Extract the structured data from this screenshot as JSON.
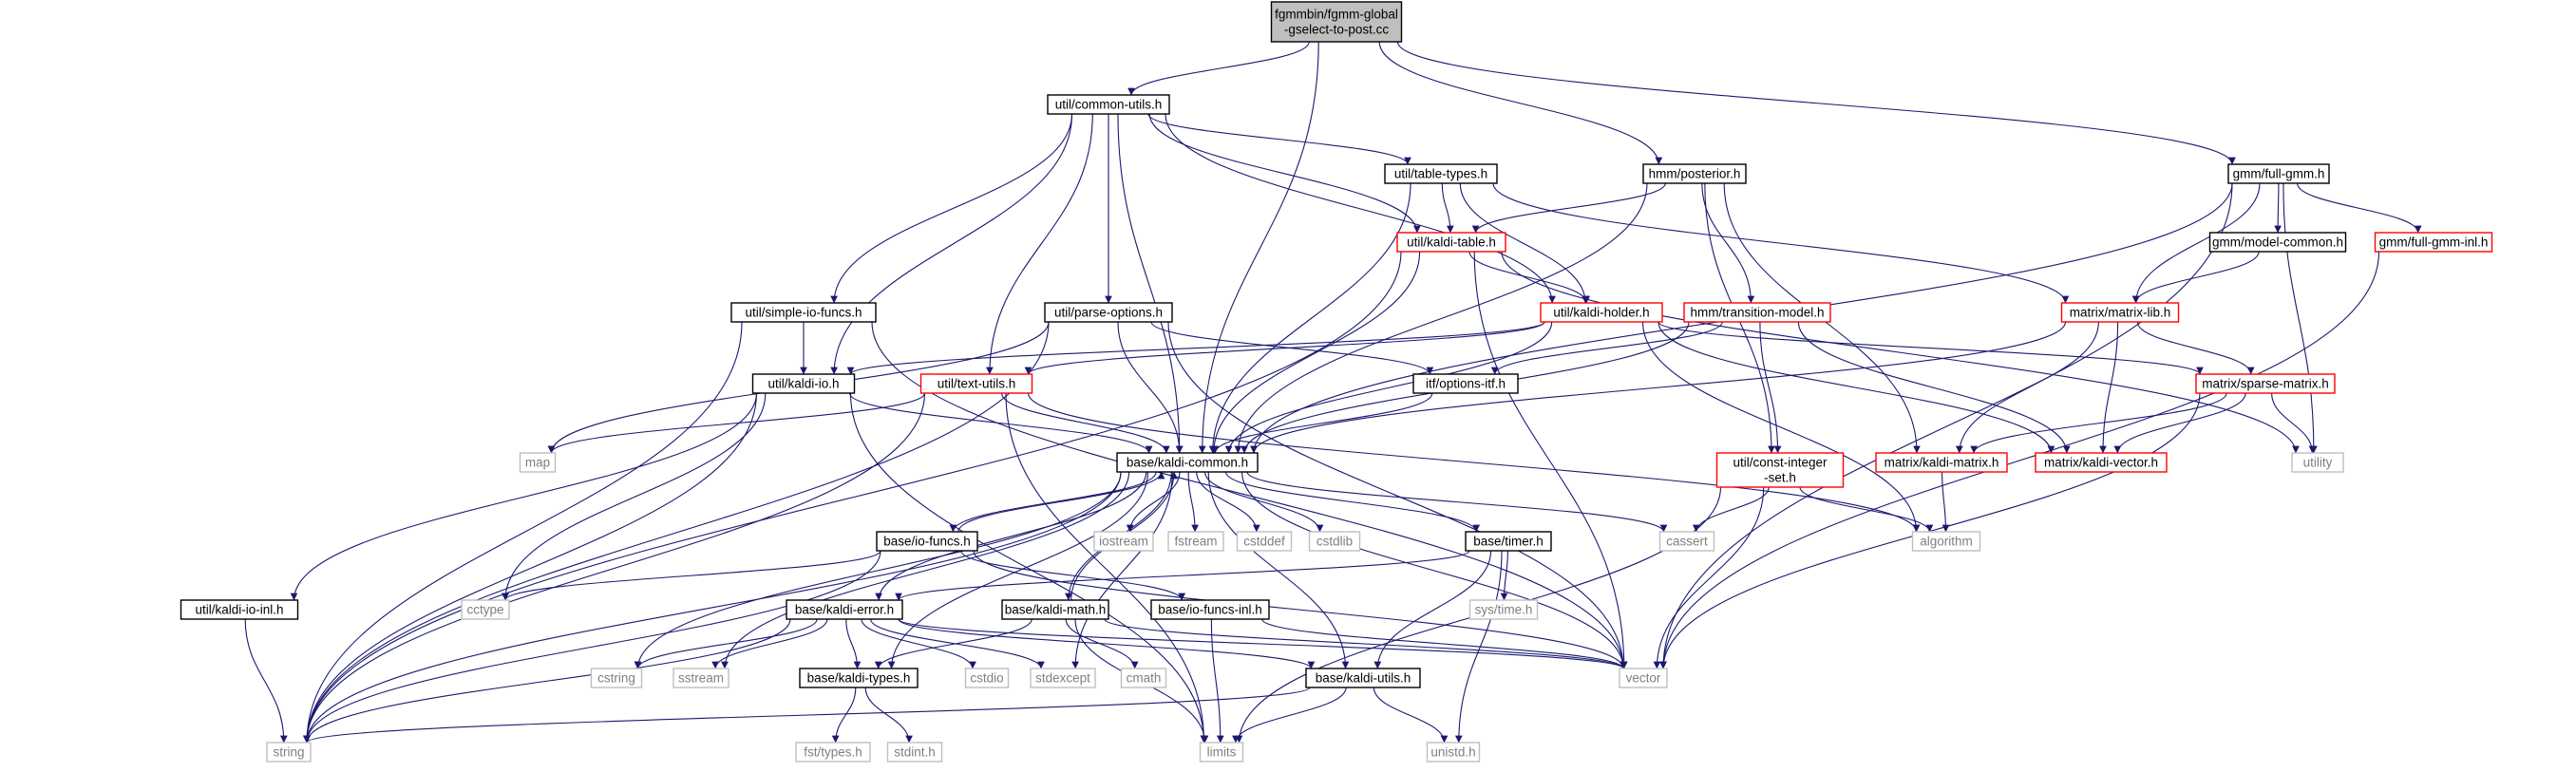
{
  "graph": {
    "colors": {
      "edge": "#191970",
      "root_fill": "#bfbfbf",
      "root_border": "#000000",
      "header_border": "#000000",
      "truncated_border": "#ff0000",
      "truncated_text": "#ff0000",
      "system_border": "#bfbfbf",
      "system_text": "#7f7f7f"
    },
    "nodes": [
      {
        "id": "root",
        "lines": [
          "fgmmbin/fgmm-global",
          "-gselect-to-post.cc"
        ],
        "kind": "root"
      },
      {
        "id": "common_utils",
        "lines": [
          "util/common-utils.h"
        ],
        "kind": "header"
      },
      {
        "id": "table_types",
        "lines": [
          "util/table-types.h"
        ],
        "kind": "header"
      },
      {
        "id": "posterior",
        "lines": [
          "hmm/posterior.h"
        ],
        "kind": "header"
      },
      {
        "id": "full_gmm",
        "lines": [
          "gmm/full-gmm.h"
        ],
        "kind": "header"
      },
      {
        "id": "kaldi_table",
        "lines": [
          "util/kaldi-table.h"
        ],
        "kind": "truncated"
      },
      {
        "id": "model_common",
        "lines": [
          "gmm/model-common.h"
        ],
        "kind": "header"
      },
      {
        "id": "full_gmm_inl",
        "lines": [
          "gmm/full-gmm-inl.h"
        ],
        "kind": "truncated"
      },
      {
        "id": "simple_io",
        "lines": [
          "util/simple-io-funcs.h"
        ],
        "kind": "header"
      },
      {
        "id": "parse_options",
        "lines": [
          "util/parse-options.h"
        ],
        "kind": "header"
      },
      {
        "id": "kaldi_holder",
        "lines": [
          "util/kaldi-holder.h"
        ],
        "kind": "truncated"
      },
      {
        "id": "transition_model",
        "lines": [
          "hmm/transition-model.h"
        ],
        "kind": "truncated"
      },
      {
        "id": "matrix_lib",
        "lines": [
          "matrix/matrix-lib.h"
        ],
        "kind": "truncated"
      },
      {
        "id": "kaldi_io",
        "lines": [
          "util/kaldi-io.h"
        ],
        "kind": "header"
      },
      {
        "id": "text_utils",
        "lines": [
          "util/text-utils.h"
        ],
        "kind": "truncated"
      },
      {
        "id": "options_itf",
        "lines": [
          "itf/options-itf.h"
        ],
        "kind": "header"
      },
      {
        "id": "sparse_matrix",
        "lines": [
          "matrix/sparse-matrix.h"
        ],
        "kind": "truncated"
      },
      {
        "id": "map",
        "lines": [
          "map"
        ],
        "kind": "system"
      },
      {
        "id": "kaldi_common",
        "lines": [
          "base/kaldi-common.h"
        ],
        "kind": "header"
      },
      {
        "id": "const_integer_set",
        "lines": [
          "util/const-integer",
          "-set.h"
        ],
        "kind": "truncated"
      },
      {
        "id": "kaldi_matrix",
        "lines": [
          "matrix/kaldi-matrix.h"
        ],
        "kind": "truncated"
      },
      {
        "id": "kaldi_vector",
        "lines": [
          "matrix/kaldi-vector.h"
        ],
        "kind": "truncated"
      },
      {
        "id": "utility",
        "lines": [
          "utility"
        ],
        "kind": "system"
      },
      {
        "id": "io_funcs",
        "lines": [
          "base/io-funcs.h"
        ],
        "kind": "header"
      },
      {
        "id": "iostream",
        "lines": [
          "iostream"
        ],
        "kind": "system"
      },
      {
        "id": "fstream",
        "lines": [
          "fstream"
        ],
        "kind": "system"
      },
      {
        "id": "cstddef",
        "lines": [
          "cstddef"
        ],
        "kind": "system"
      },
      {
        "id": "cstdlib",
        "lines": [
          "cstdlib"
        ],
        "kind": "system"
      },
      {
        "id": "timer",
        "lines": [
          "base/timer.h"
        ],
        "kind": "header"
      },
      {
        "id": "cassert",
        "lines": [
          "cassert"
        ],
        "kind": "system"
      },
      {
        "id": "algorithm",
        "lines": [
          "algorithm"
        ],
        "kind": "system"
      },
      {
        "id": "sys_time",
        "lines": [
          "sys/time.h"
        ],
        "kind": "system"
      },
      {
        "id": "kaldi_io_inl",
        "lines": [
          "util/kaldi-io-inl.h"
        ],
        "kind": "header"
      },
      {
        "id": "cctype",
        "lines": [
          "cctype"
        ],
        "kind": "system"
      },
      {
        "id": "kaldi_error",
        "lines": [
          "base/kaldi-error.h"
        ],
        "kind": "header"
      },
      {
        "id": "kaldi_math",
        "lines": [
          "base/kaldi-math.h"
        ],
        "kind": "header"
      },
      {
        "id": "io_funcs_inl",
        "lines": [
          "base/io-funcs-inl.h"
        ],
        "kind": "header"
      },
      {
        "id": "cstring",
        "lines": [
          "cstring"
        ],
        "kind": "system"
      },
      {
        "id": "sstream",
        "lines": [
          "sstream"
        ],
        "kind": "system"
      },
      {
        "id": "kaldi_types",
        "lines": [
          "base/kaldi-types.h"
        ],
        "kind": "header"
      },
      {
        "id": "cstdio",
        "lines": [
          "cstdio"
        ],
        "kind": "system"
      },
      {
        "id": "stdexcept",
        "lines": [
          "stdexcept"
        ],
        "kind": "system"
      },
      {
        "id": "cmath",
        "lines": [
          "cmath"
        ],
        "kind": "system"
      },
      {
        "id": "kaldi_utils",
        "lines": [
          "base/kaldi-utils.h"
        ],
        "kind": "header"
      },
      {
        "id": "vector",
        "lines": [
          "vector"
        ],
        "kind": "system"
      },
      {
        "id": "string",
        "lines": [
          "string"
        ],
        "kind": "system"
      },
      {
        "id": "limits",
        "lines": [
          "limits"
        ],
        "kind": "system"
      },
      {
        "id": "fst_types",
        "lines": [
          "fst/types.h"
        ],
        "kind": "system"
      },
      {
        "id": "stdint",
        "lines": [
          "stdint.h"
        ],
        "kind": "system"
      },
      {
        "id": "unistd",
        "lines": [
          "unistd.h"
        ],
        "kind": "system"
      }
    ],
    "edges": [
      [
        "root",
        "common_utils"
      ],
      [
        "root",
        "kaldi_common"
      ],
      [
        "root",
        "posterior"
      ],
      [
        "root",
        "full_gmm"
      ],
      [
        "common_utils",
        "table_types"
      ],
      [
        "common_utils",
        "kaldi_table"
      ],
      [
        "common_utils",
        "kaldi_holder"
      ],
      [
        "common_utils",
        "simple_io"
      ],
      [
        "common_utils",
        "parse_options"
      ],
      [
        "common_utils",
        "kaldi_io"
      ],
      [
        "common_utils",
        "text_utils"
      ],
      [
        "common_utils",
        "kaldi_common"
      ],
      [
        "table_types",
        "kaldi_table"
      ],
      [
        "table_types",
        "kaldi_holder"
      ],
      [
        "table_types",
        "matrix_lib"
      ],
      [
        "table_types",
        "kaldi_common"
      ],
      [
        "posterior",
        "kaldi_table"
      ],
      [
        "posterior",
        "transition_model"
      ],
      [
        "posterior",
        "const_integer_set"
      ],
      [
        "posterior",
        "kaldi_matrix"
      ],
      [
        "posterior",
        "kaldi_common"
      ],
      [
        "full_gmm",
        "model_common"
      ],
      [
        "full_gmm",
        "matrix_lib"
      ],
      [
        "full_gmm",
        "full_gmm_inl"
      ],
      [
        "full_gmm",
        "utility"
      ],
      [
        "full_gmm",
        "vector"
      ],
      [
        "full_gmm",
        "kaldi_common"
      ],
      [
        "model_common",
        "matrix_lib"
      ],
      [
        "full_gmm_inl",
        "vector"
      ],
      [
        "kaldi_table",
        "kaldi_holder"
      ],
      [
        "kaldi_table",
        "string"
      ],
      [
        "kaldi_table",
        "utility"
      ],
      [
        "kaldi_table",
        "vector"
      ],
      [
        "kaldi_table",
        "kaldi_common"
      ],
      [
        "kaldi_holder",
        "kaldi_io"
      ],
      [
        "kaldi_holder",
        "text_utils"
      ],
      [
        "kaldi_holder",
        "sparse_matrix"
      ],
      [
        "kaldi_holder",
        "kaldi_vector"
      ],
      [
        "kaldi_holder",
        "algorithm"
      ],
      [
        "kaldi_holder",
        "kaldi_common"
      ],
      [
        "transition_model",
        "options_itf"
      ],
      [
        "transition_model",
        "const_integer_set"
      ],
      [
        "transition_model",
        "kaldi_vector"
      ],
      [
        "transition_model",
        "kaldi_common"
      ],
      [
        "simple_io",
        "kaldi_io"
      ],
      [
        "simple_io",
        "string"
      ],
      [
        "simple_io",
        "vector"
      ],
      [
        "parse_options",
        "options_itf"
      ],
      [
        "parse_options",
        "map"
      ],
      [
        "parse_options",
        "string"
      ],
      [
        "parse_options",
        "vector"
      ],
      [
        "parse_options",
        "kaldi_common"
      ],
      [
        "matrix_lib",
        "sparse_matrix"
      ],
      [
        "matrix_lib",
        "kaldi_matrix"
      ],
      [
        "matrix_lib",
        "kaldi_vector"
      ],
      [
        "matrix_lib",
        "kaldi_common"
      ],
      [
        "kaldi_io",
        "kaldi_io_inl"
      ],
      [
        "kaldi_io",
        "cctype"
      ],
      [
        "kaldi_io",
        "string"
      ],
      [
        "kaldi_io",
        "limits"
      ],
      [
        "kaldi_io",
        "kaldi_common"
      ],
      [
        "text_utils",
        "map"
      ],
      [
        "text_utils",
        "string"
      ],
      [
        "text_utils",
        "limits"
      ],
      [
        "text_utils",
        "algorithm"
      ],
      [
        "text_utils",
        "kaldi_common"
      ],
      [
        "options_itf",
        "kaldi_common"
      ],
      [
        "sparse_matrix",
        "kaldi_matrix"
      ],
      [
        "sparse_matrix",
        "kaldi_vector"
      ],
      [
        "sparse_matrix",
        "utility"
      ],
      [
        "sparse_matrix",
        "vector"
      ],
      [
        "kaldi_matrix",
        "algorithm"
      ],
      [
        "const_integer_set",
        "algorithm"
      ],
      [
        "const_integer_set",
        "cassert"
      ],
      [
        "const_integer_set",
        "vector"
      ],
      [
        "const_integer_set",
        "limits"
      ],
      [
        "kaldi_common",
        "io_funcs"
      ],
      [
        "kaldi_common",
        "iostream"
      ],
      [
        "kaldi_common",
        "fstream"
      ],
      [
        "kaldi_common",
        "cstddef"
      ],
      [
        "kaldi_common",
        "cstdlib"
      ],
      [
        "kaldi_common",
        "timer"
      ],
      [
        "kaldi_common",
        "cassert"
      ],
      [
        "kaldi_common",
        "kaldi_error"
      ],
      [
        "kaldi_common",
        "kaldi_math"
      ],
      [
        "kaldi_common",
        "kaldi_types"
      ],
      [
        "kaldi_common",
        "kaldi_utils"
      ],
      [
        "kaldi_common",
        "cstring"
      ],
      [
        "kaldi_common",
        "sstream"
      ],
      [
        "kaldi_common",
        "stdexcept"
      ],
      [
        "kaldi_common",
        "string"
      ],
      [
        "kaldi_common",
        "vector"
      ],
      [
        "io_funcs",
        "kaldi_common"
      ],
      [
        "io_funcs",
        "io_funcs_inl"
      ],
      [
        "io_funcs",
        "cctype"
      ],
      [
        "io_funcs",
        "string"
      ],
      [
        "io_funcs",
        "vector"
      ],
      [
        "timer",
        "kaldi_error"
      ],
      [
        "timer",
        "kaldi_utils"
      ],
      [
        "timer",
        "sys_time"
      ],
      [
        "timer",
        "unistd"
      ],
      [
        "kaldi_error",
        "cstring"
      ],
      [
        "kaldi_error",
        "sstream"
      ],
      [
        "kaldi_error",
        "kaldi_types"
      ],
      [
        "kaldi_error",
        "cstdio"
      ],
      [
        "kaldi_error",
        "stdexcept"
      ],
      [
        "kaldi_error",
        "kaldi_utils"
      ],
      [
        "kaldi_error",
        "string"
      ],
      [
        "kaldi_error",
        "vector"
      ],
      [
        "kaldi_math",
        "kaldi_common"
      ],
      [
        "kaldi_math",
        "kaldi_types"
      ],
      [
        "kaldi_math",
        "cmath"
      ],
      [
        "kaldi_math",
        "limits"
      ],
      [
        "kaldi_math",
        "vector"
      ],
      [
        "io_funcs_inl",
        "limits"
      ],
      [
        "io_funcs_inl",
        "vector"
      ],
      [
        "kaldi_io_inl",
        "string"
      ],
      [
        "kaldi_types",
        "fst_types"
      ],
      [
        "kaldi_types",
        "stdint"
      ],
      [
        "kaldi_utils",
        "string"
      ],
      [
        "kaldi_utils",
        "limits"
      ],
      [
        "kaldi_utils",
        "unistd"
      ]
    ]
  }
}
